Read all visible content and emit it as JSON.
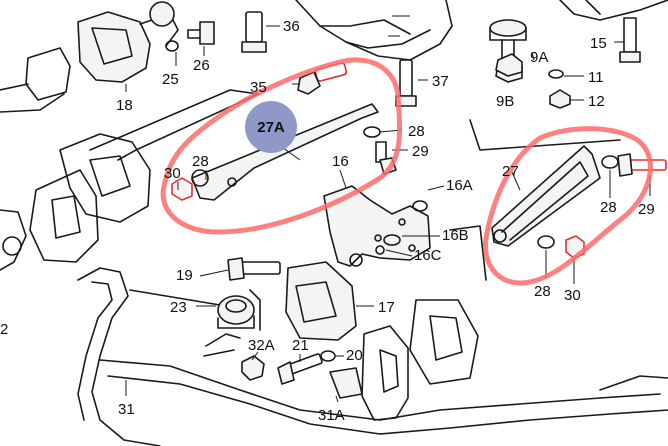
{
  "colors": {
    "ink": "#1a1a1a",
    "highlight": "#ff6a6a",
    "badge": "#8f99c9",
    "background": "#ffffff"
  },
  "callout": {
    "label": "27A"
  },
  "labels": {
    "l36": "36",
    "l25": "25",
    "l26": "26",
    "l18": "18",
    "l35": "35",
    "l37": "37",
    "l28a": "28",
    "l29a": "29",
    "l30a": "30",
    "l28b": "28",
    "l16": "16",
    "l16a": "16A",
    "l16b": "16B",
    "l16c": "16C",
    "l9a": "9A",
    "l9b": "9B",
    "l11": "11",
    "l12": "12",
    "l15": "15",
    "l27": "27",
    "l28c": "28",
    "l29b": "29",
    "l28d": "28",
    "l30b": "30",
    "l19": "19",
    "l23": "23",
    "l17": "17",
    "l32a": "32A",
    "l21": "21",
    "l20": "20",
    "l31a": "31A",
    "l31": "31",
    "l2": "2"
  }
}
